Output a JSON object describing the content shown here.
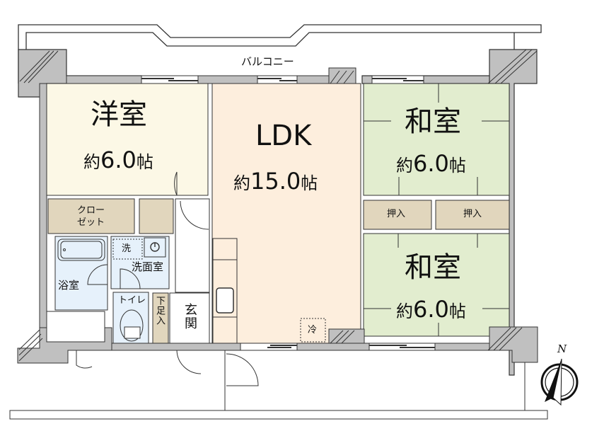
{
  "floor_plan": {
    "balcony": {
      "label": "バルコニー"
    },
    "rooms": [
      {
        "id": "western-room",
        "name": "洋室",
        "area_prefix": "約",
        "area_value": "6.0",
        "area_unit": "帖",
        "color": "#fcf8e6"
      },
      {
        "id": "ldk",
        "name": "LDK",
        "area_prefix": "約",
        "area_value": "15.0",
        "area_unit": "帖",
        "color": "#fdeedd"
      },
      {
        "id": "japanese-room-1",
        "name": "和室",
        "area_prefix": "約",
        "area_value": "6.0",
        "area_unit": "帖",
        "color": "#e2edcf"
      },
      {
        "id": "japanese-room-2",
        "name": "和室",
        "area_prefix": "約",
        "area_value": "6.0",
        "area_unit": "帖",
        "color": "#e2edcf"
      }
    ],
    "storage": {
      "closet_line1": "クロー",
      "closet_line2": "ゼット",
      "oshiire_1": "押入",
      "oshiire_2": "押入",
      "shoe_cabinet": "下足入",
      "color": "#e1d6bd"
    },
    "wet_area": {
      "bathroom": "浴室",
      "washroom": "洗面室",
      "washer": "洗",
      "toilet": "トイレ",
      "color": "#e6f1fb"
    },
    "entrance": {
      "label": "玄関"
    },
    "kitchen": {
      "fridge": "冷"
    },
    "compass": {
      "label": "N"
    },
    "colors": {
      "wall": "#c0c0c0",
      "line": "#333333"
    }
  }
}
